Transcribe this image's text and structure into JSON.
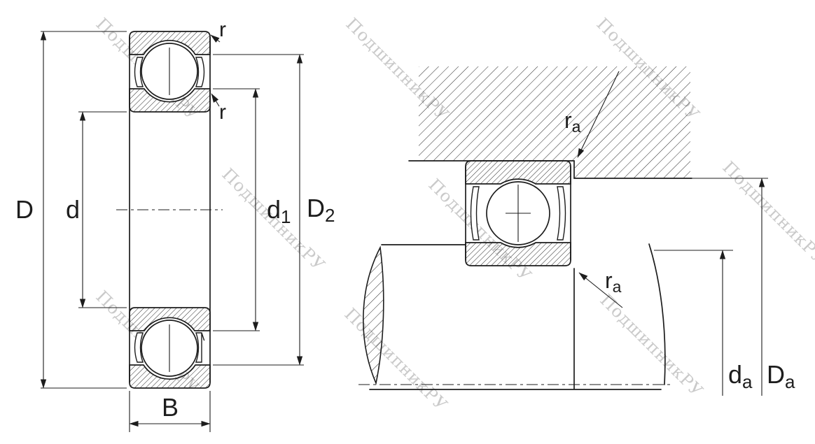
{
  "watermark": {
    "text": "ПодшипникРУ"
  },
  "colors": {
    "line": "#1d1d1d",
    "watermark": "#bdbdbd"
  },
  "left_view": {
    "D": "D",
    "d": "d",
    "d1_main": "d",
    "d1_sub": "1",
    "D2_main": "D",
    "D2_sub": "2",
    "B": "B",
    "r_outer": "r",
    "r_inner": "r"
  },
  "right_view": {
    "ra_top_main": "r",
    "ra_top_sub": "a",
    "ra_bottom_main": "r",
    "ra_bottom_sub": "a",
    "da_main": "d",
    "da_sub": "a",
    "Da_main": "D",
    "Da_sub": "a"
  }
}
